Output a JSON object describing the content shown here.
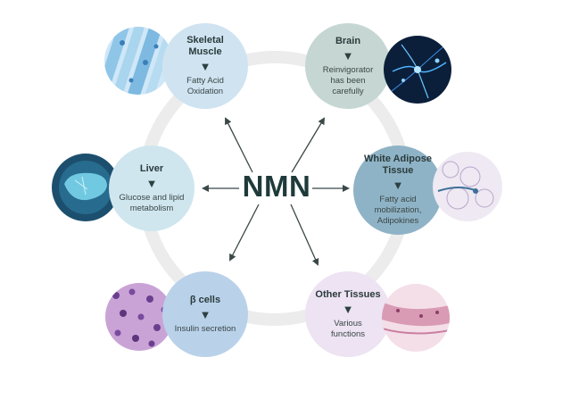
{
  "center": {
    "label": "NMN"
  },
  "nodes": {
    "skeletal_muscle": {
      "title": "Skeletal Muscle",
      "desc": "Fatty Acid Oxidation"
    },
    "brain": {
      "title": "Brain",
      "desc": "Reinvigorator has been carefully"
    },
    "liver": {
      "title": "Liver",
      "desc": "Glucose and lipid metabolism"
    },
    "white_adipose": {
      "title": "White Adipose Tissue",
      "desc": "Fatty acid mobilization, Adipokines"
    },
    "beta_cells": {
      "title": "β cells",
      "desc": "Insulin secretion"
    },
    "other_tissues": {
      "title": "Other Tissues",
      "desc": "Various functions"
    }
  },
  "colors": {
    "skeletal_muscle": "#cfe3f1",
    "brain": "#c6d7d3",
    "liver": "#cfe6ef",
    "white_adipose": "#8fb3c6",
    "beta_cells": "#b9d2ea",
    "other_tissues": "#ede3f2",
    "ring": "#ececec",
    "arrow": "#3b4848"
  },
  "icons": {
    "arrow": "down-arrow-icon",
    "muscle_photo": "muscle-fiber-image",
    "brain_photo": "neuron-network-image",
    "liver_photo": "liver-scan-image",
    "adipose_photo": "adipose-tissue-image",
    "beta_photo": "beta-cell-histology-image",
    "other_photo": "tissue-histology-image"
  }
}
